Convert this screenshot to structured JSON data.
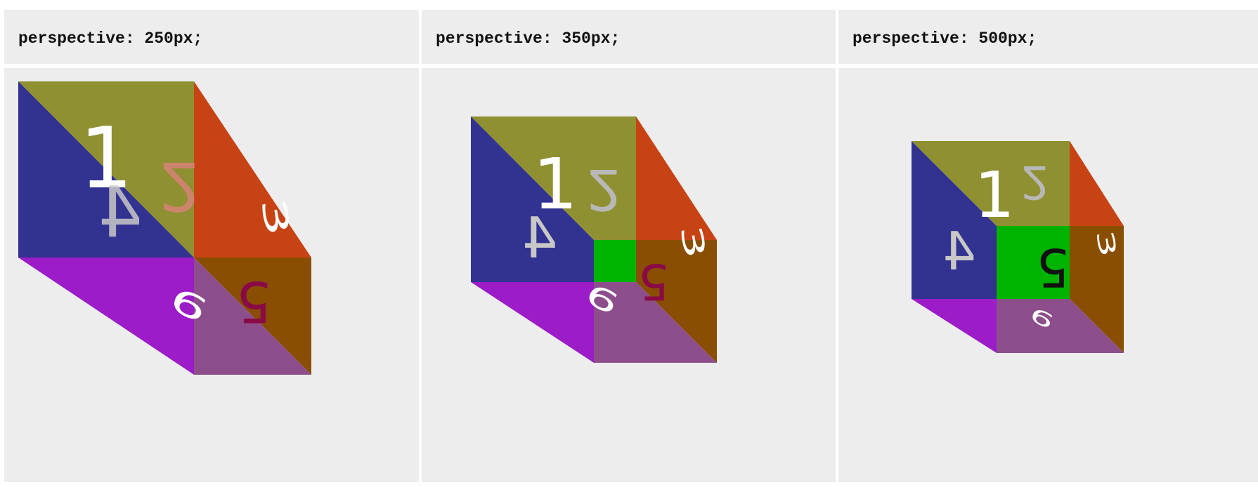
{
  "columns": [
    {
      "label": "perspective: 250px;"
    },
    {
      "label": "perspective: 350px;"
    },
    {
      "label": "perspective: 500px;"
    }
  ],
  "faces": {
    "one": "1",
    "two": "2",
    "three": "3",
    "four": "4",
    "five": "5",
    "six": "6"
  },
  "colors": {
    "panel_bg": "#ededed",
    "face1_top_olive": "#8f9031",
    "face_blue": "#323291",
    "face_red": "#c84314",
    "face_brown": "#8a4e03",
    "face_purple": "#9c1cc8",
    "face_mauve": "#8c4f8b",
    "face_green": "#00b300"
  }
}
